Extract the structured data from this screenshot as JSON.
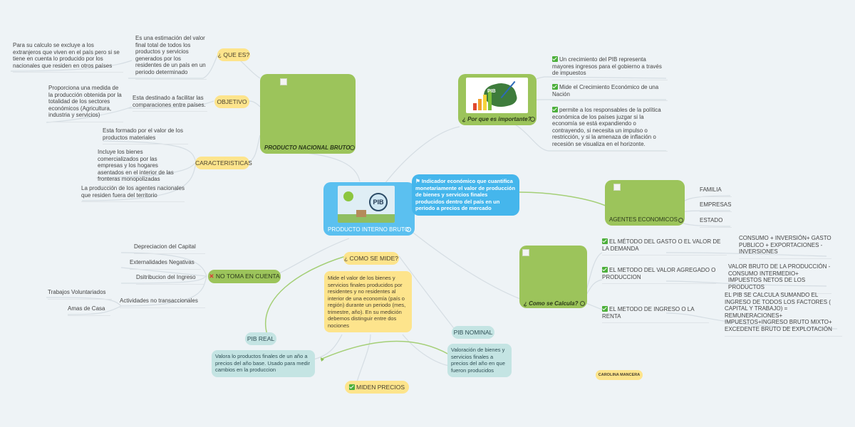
{
  "center": {
    "title": "PRODUCTO INTERNO BRUTO",
    "image_text": "PIB"
  },
  "definition": "Indicador económico que cuantifica monetariamente el valor de producción de bienes y servicios finales producidos dentro del país en un periodo a precios de mercado",
  "pnb": {
    "title": "PRODUCTO NACIONAL BRUTO",
    "que_es": {
      "label": "¿ QUE ES?",
      "text": "Es una estimación del valor final total de todos los productos y servicios generados por los residentes de un país en un periodo determinado",
      "subtext": "Para su calculo se excluye a los extranjeros que viven en el país pero si se tiene en cuenta lo producido por los nacionales que residen en otros países"
    },
    "objetivo": {
      "label": "OBJETIVO",
      "text": "Esta destinado a facilitar las comparaciones entre países.",
      "subtext": "Proporciona una medida de la producción obtenida por la totalidad de los sectores económicos (Agricultura, industria y servicios)"
    },
    "caracteristicas": {
      "label": "CARACTERISTICAS",
      "items": [
        "Esta formado por el valor de los productos materiales",
        "Incluye los bienes comercializados por las empresas y los hogares asentados en el interior de las fronteras monopolizadas",
        "La producción de los agentes nacionales que residen fuera del territorio"
      ]
    }
  },
  "importante": {
    "title": "¿ Por que es importante?",
    "image_text": "PIB",
    "items": [
      "Un crecimiento del PIB representa mayores ingresos para el gobierno a través de impuestos",
      "Mide el Crecimiento Económico de una Nación",
      "permite a los responsables de la política económica de los países juzgar si la economía se está expandiendo o contrayendo, si necesita un impulso o restricción, y si la amenaza de inflación o recesión se visualiza en el horizonte."
    ]
  },
  "agentes": {
    "title": "AGENTES ECONOMICOS",
    "items": [
      "FAMILIA",
      "EMPRESAS",
      "ESTADO"
    ]
  },
  "calcula": {
    "title": "¿ Como se  Calcula?",
    "methods": [
      {
        "label": "EL MÉTODO DEL GASTO O EL VALOR DE LA DEMANDA",
        "detail": "CONSUMO + INVERSIÓN+ GASTO PUBLICO + EXPORTACIONES - INVERSIONES"
      },
      {
        "label": "EL METODO DEL VALOR AGREGADO O PRODUCCION",
        "detail": "VALOR BRUTO DE LA PRODUCCIÓN - CONSUMO INTERMEDIO+ IMPUESTOS NETOS DE LOS PRODUCTOS"
      },
      {
        "label": "EL METODO DE INGRESO O LA RENTA",
        "detail": "EL PIB SE CALCULA SUMANDO EL INGRESO DE TODOS LOS FACTORES ( CAPITAL Y TRABAJO) = REMUNERACIONES+ IMPUESTOS+INGRESO BRUTO MIXTO+ EXCEDENTE BRUTO DE EXPLOTACIÓN"
      }
    ]
  },
  "no_toma": {
    "label": "NO TOMA EN CUENTA",
    "items": [
      "Depreciacion del Capital",
      "Externalidades Negativas",
      "Dsitribucion del Ingreso",
      "Actividades no transaccionales"
    ],
    "sub_items": [
      "Trabajos Voluntariados",
      "Amas de Casa"
    ]
  },
  "mide": {
    "label": "¿ COMO SE MIDE?",
    "text": "Mide el valor de los bienes y servicios finales producidos por residentes y no residentes al interior de una economía (país o región) durante un periodo (mes, trimestre, año).  En su medición debemos distinguir entre dos nociones"
  },
  "pib_real": {
    "label": "PIB REAL",
    "text": "Valora lo productos finales de un año a precios del año base. Usado para medir cambios en la produccion"
  },
  "pib_nominal": {
    "label": "PIB NOMINAL",
    "text": "Valoración de bienes y servicios finales a precios del año en que fueron producidos"
  },
  "miden_precios": {
    "label": "MIDEN PRECIOS"
  },
  "author": "CAROLINA MANCERA"
}
